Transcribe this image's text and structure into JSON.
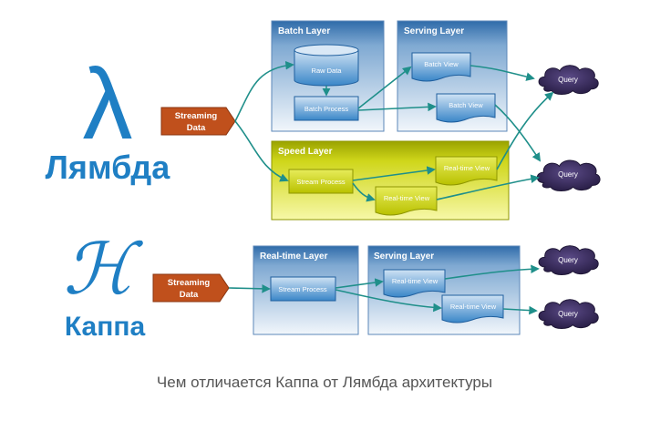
{
  "lambda": {
    "symbol": "λ",
    "label": "Лямбда",
    "input": [
      "Streaming",
      "Data"
    ],
    "batch_layer": {
      "title": "Batch Layer",
      "raw_data": "Raw Data",
      "batch_process": "Batch Process"
    },
    "serving_layer": {
      "title": "Serving Layer",
      "view1": "Batch View",
      "view2": "Batch View"
    },
    "speed_layer": {
      "title": "Speed Layer",
      "stream_process": "Stream Process",
      "view1": "Real-time View",
      "view2": "Real-time View"
    },
    "queries": [
      "Query",
      "Query"
    ]
  },
  "kappa": {
    "symbol": "ℋ",
    "label": "Каппа",
    "input": [
      "Streaming",
      "Data"
    ],
    "realtime_layer": {
      "title": "Real-time Layer",
      "stream_process": "Stream Process"
    },
    "serving_layer": {
      "title": "Serving Layer",
      "view1": "Real-time View",
      "view2": "Real-time View"
    },
    "queries": [
      "Query",
      "Query"
    ]
  },
  "caption": "Чем отличается Каппа от Лямбда архитектуры",
  "colors": {
    "blue_text": "#1f7fc4",
    "arrow": "#1f8f8a",
    "input_fill": "#c0501c",
    "layer_blue_top": "#2e6aa8",
    "layer_blue_bottom": "#eef4fa",
    "speed_top": "#9ea800",
    "speed_bottom": "#f6f7a0",
    "query_fill": "#3b2f5c"
  }
}
